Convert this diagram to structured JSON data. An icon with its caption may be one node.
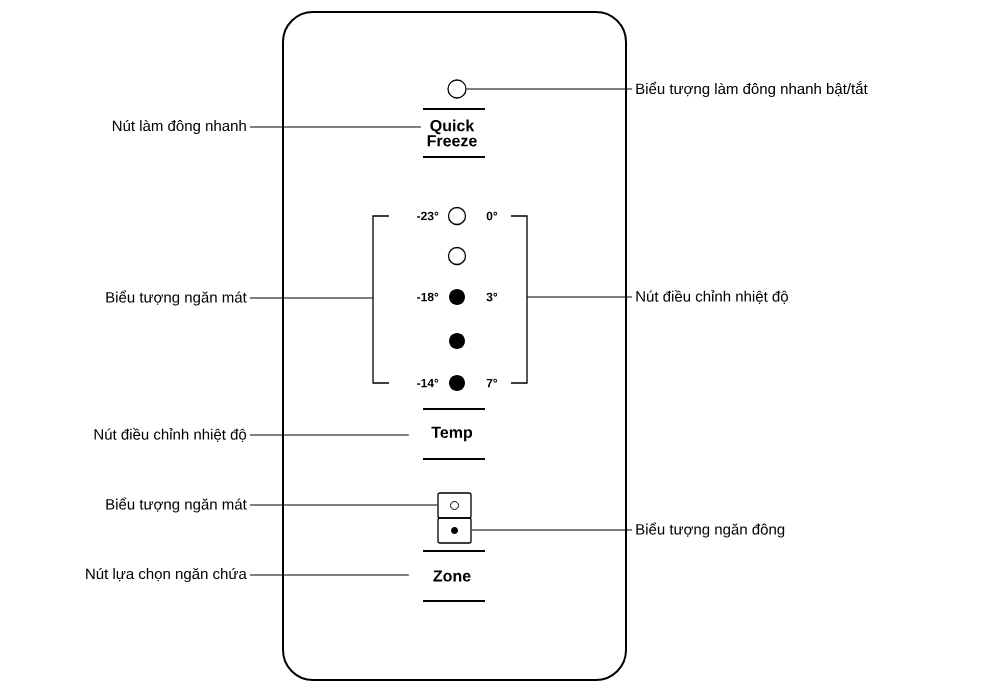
{
  "diagram": {
    "nodes": [
      {
        "text": [],
        "shape": "box"
      },
      {
        "text": [
          "Biểu tượng làm đông nhanh bật/tắt"
        ]
      },
      {
        "text": [],
        "shape": "circle",
        "in": 0
      },
      {
        "text": [
          "Nút làm đông nhanh"
        ]
      },
      {
        "text": [
          "Quick Freeze"
        ],
        "in": 0
      },
      {
        "text": [
          "-23°",
          "0°",
          "-18°",
          "3°",
          "-14°",
          "7°"
        ],
        "in": 0
      },
      {
        "text": [
          "Biểu tượng ngăn mát"
        ]
      },
      {
        "text": [
          "Nút điều chỉnh nhiệt độ"
        ]
      },
      {
        "text": [
          "Nút điều chỉnh nhiệt độ"
        ]
      },
      {
        "text": [
          "Temp"
        ],
        "in": 0
      },
      {
        "text": [
          "Biểu tượng ngăn mát"
        ]
      },
      {
        "text": [],
        "shape": "box",
        "in": 0
      },
      {
        "text": [],
        "shape": "box",
        "in": 0
      },
      {
        "text": [
          "Biểu tượng ngăn đông"
        ]
      },
      {
        "text": [
          "Nút lựa chọn ngăn chứa"
        ]
      },
      {
        "text": [
          "Zone"
        ],
        "in": 0
      }
    ],
    "edges": [
      {
        "from": 1,
        "to": 2,
        "arrow": "none"
      },
      {
        "from": 3,
        "to": 4,
        "arrow": "none"
      },
      {
        "from": 6,
        "to": 5,
        "arrow": "none"
      },
      {
        "from": 7,
        "to": 5,
        "arrow": "none"
      },
      {
        "from": 8,
        "to": 9,
        "arrow": "none"
      },
      {
        "from": 10,
        "to": 11,
        "arrow": "none"
      },
      {
        "from": 13,
        "to": 12,
        "arrow": "none"
      },
      {
        "from": 14,
        "to": 15,
        "arrow": "none"
      }
    ]
  }
}
